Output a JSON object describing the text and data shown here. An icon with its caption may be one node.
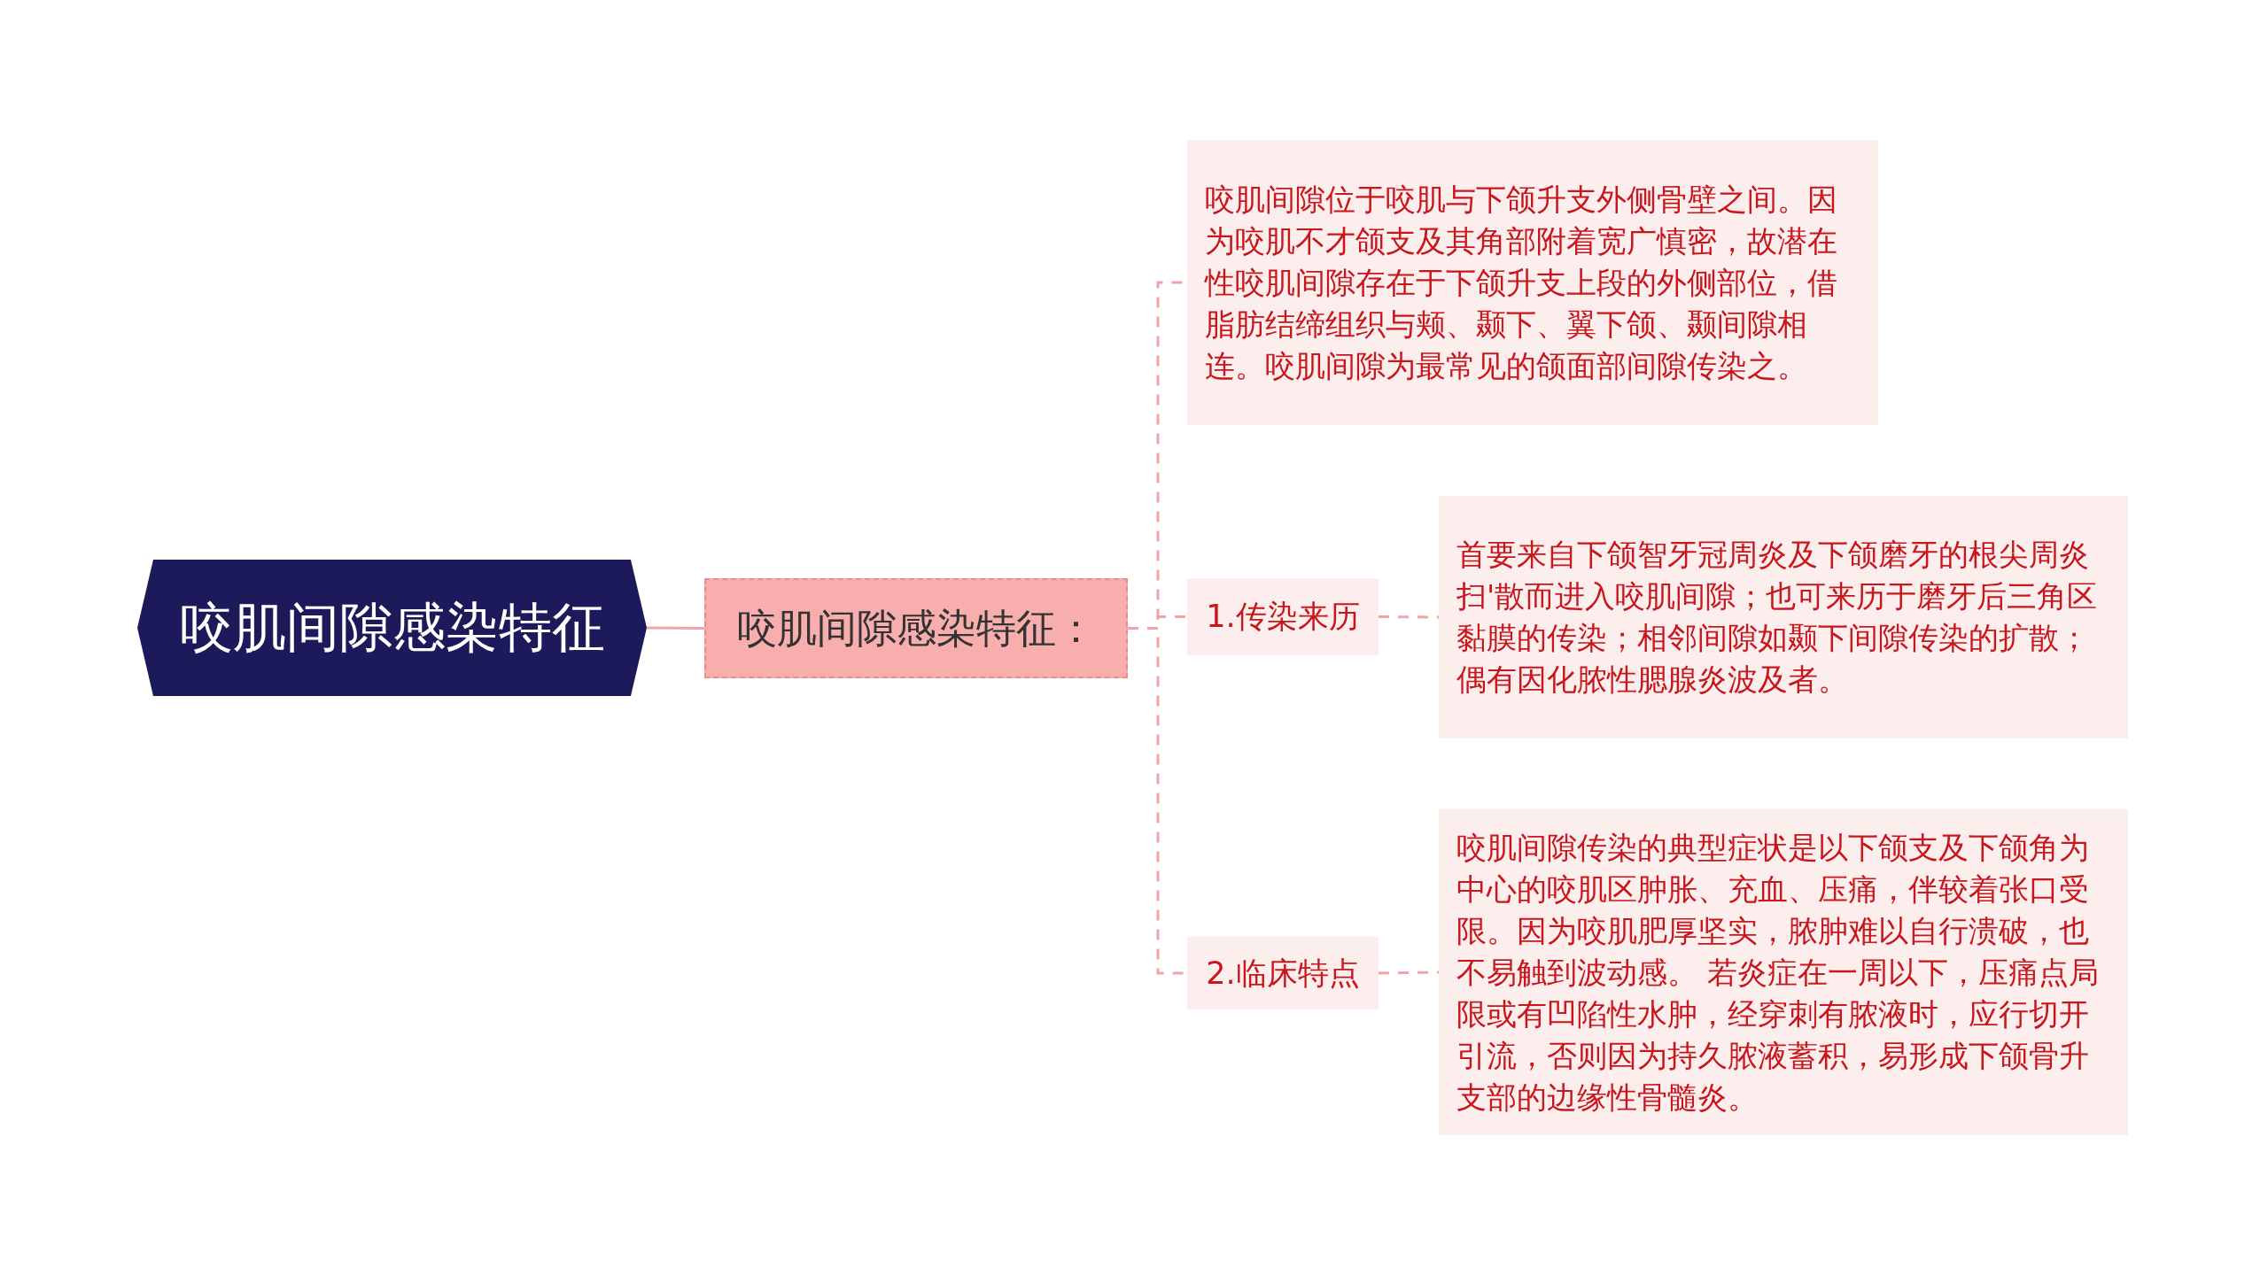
{
  "diagram": {
    "nodes": [
      {
        "text": [
          "咬肌间隙感染特征"
        ]
      },
      {
        "text": [
          "咬肌间隙感染特征："
        ]
      },
      {
        "text": [
          "咬肌间隙位于咬肌与下颌升支外侧骨壁之间。因为咬肌不才颌支及其角部附着宽广慎密，故潜在性咬肌间隙存在于下颌升支上段的外侧部位，借脂肪结缔组织与颊、颞下、翼下颌、颞间隙相连。咬肌间隙为最常见的颌面部间隙传染之。"
        ]
      },
      {
        "text": [
          "1.传染来历"
        ]
      },
      {
        "text": [
          "首要来自下颌智牙冠周炎及下颌磨牙的根尖周炎扫'散而进入咬肌间隙；也可来历于磨牙后三角区黏膜的传染；相邻间隙如颞下间隙传染的扩散；偶有因化脓性腮腺炎波及者。"
        ]
      },
      {
        "text": [
          "2.临床特点"
        ]
      },
      {
        "text": [
          "咬肌间隙传染的典型症状是以下颌支及下颌角为中心的咬肌区肿胀、充血、压痛，伴较着张口受限。因为咬肌肥厚坚实，脓肿难以自行溃破，也不易触到波动感。 若炎症在一周以下，压痛点局限或有凹陷性水肿，经穿刺有脓液时，应行切开引流，否则因为持久脓液蓄积，易形成下颌骨升支部的边缘性骨髓炎。"
        ]
      }
    ],
    "edges": [
      {
        "from": 0,
        "to": 1,
        "arrow": "none"
      },
      {
        "from": 1,
        "to": 2,
        "arrow": "none",
        "style": "dashed"
      },
      {
        "from": 1,
        "to": 3,
        "arrow": "none",
        "style": "dashed"
      },
      {
        "from": 1,
        "to": 5,
        "arrow": "none",
        "style": "dashed"
      },
      {
        "from": 3,
        "to": 4,
        "arrow": "none",
        "style": "dashed"
      },
      {
        "from": 5,
        "to": 6,
        "arrow": "none",
        "style": "dashed"
      }
    ]
  }
}
